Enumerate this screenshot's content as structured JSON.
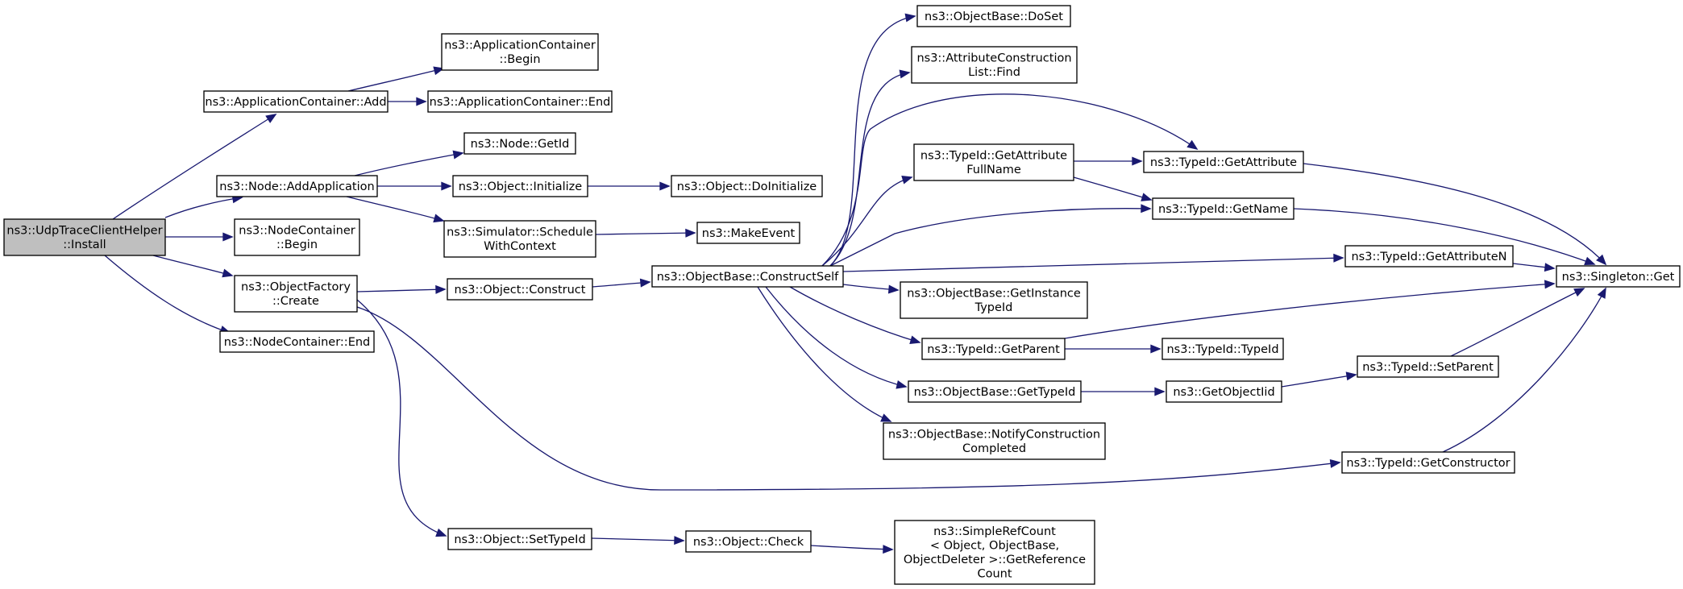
{
  "diagram": {
    "type": "call-graph",
    "colors": {
      "edge": "#191970",
      "node_border": "#000000",
      "root_fill": "#bfbfbf",
      "node_fill": "#ffffff",
      "text": "#000000"
    },
    "nodes": [
      {
        "id": "install",
        "lines": [
          "ns3::UdpTraceClientHelper",
          "::Install"
        ],
        "root": true
      },
      {
        "id": "appAdd",
        "lines": [
          "ns3::ApplicationContainer::Add"
        ]
      },
      {
        "id": "appBegin",
        "lines": [
          "ns3::ApplicationContainer",
          "::Begin"
        ]
      },
      {
        "id": "appEnd",
        "lines": [
          "ns3::ApplicationContainer::End"
        ]
      },
      {
        "id": "addApp",
        "lines": [
          "ns3::Node::AddApplication"
        ]
      },
      {
        "id": "getId",
        "lines": [
          "ns3::Node::GetId"
        ]
      },
      {
        "id": "objInit",
        "lines": [
          "ns3::Object::Initialize"
        ]
      },
      {
        "id": "doInit",
        "lines": [
          "ns3::Object::DoInitialize"
        ]
      },
      {
        "id": "schedCtx",
        "lines": [
          "ns3::Simulator::Schedule",
          "WithContext"
        ]
      },
      {
        "id": "makeEvent",
        "lines": [
          "ns3::MakeEvent"
        ]
      },
      {
        "id": "ncBegin",
        "lines": [
          "ns3::NodeContainer",
          "::Begin"
        ]
      },
      {
        "id": "factCreate",
        "lines": [
          "ns3::ObjectFactory",
          "::Create"
        ]
      },
      {
        "id": "ncEnd",
        "lines": [
          "ns3::NodeContainer::End"
        ]
      },
      {
        "id": "objConstruct",
        "lines": [
          "ns3::Object::Construct"
        ]
      },
      {
        "id": "constructSelf",
        "lines": [
          "ns3::ObjectBase::ConstructSelf"
        ]
      },
      {
        "id": "doSet",
        "lines": [
          "ns3::ObjectBase::DoSet"
        ]
      },
      {
        "id": "attrFind",
        "lines": [
          "ns3::AttributeConstruction",
          "List::Find"
        ]
      },
      {
        "id": "getAttrFull",
        "lines": [
          "ns3::TypeId::GetAttribute",
          "FullName"
        ]
      },
      {
        "id": "getAttr",
        "lines": [
          "ns3::TypeId::GetAttribute"
        ]
      },
      {
        "id": "getName",
        "lines": [
          "ns3::TypeId::GetName"
        ]
      },
      {
        "id": "getAttrN",
        "lines": [
          "ns3::TypeId::GetAttributeN"
        ]
      },
      {
        "id": "singletonGet",
        "lines": [
          "ns3::Singleton::Get"
        ]
      },
      {
        "id": "getInstTid",
        "lines": [
          "ns3::ObjectBase::GetInstance",
          "TypeId"
        ]
      },
      {
        "id": "getParent",
        "lines": [
          "ns3::TypeId::GetParent"
        ]
      },
      {
        "id": "typeIdCtor",
        "lines": [
          "ns3::TypeId::TypeId"
        ]
      },
      {
        "id": "obGetTid",
        "lines": [
          "ns3::ObjectBase::GetTypeId"
        ]
      },
      {
        "id": "getObjIid",
        "lines": [
          "ns3::GetObjectIid"
        ]
      },
      {
        "id": "setParent",
        "lines": [
          "ns3::TypeId::SetParent"
        ]
      },
      {
        "id": "notifyCC",
        "lines": [
          "ns3::ObjectBase::NotifyConstruction",
          "Completed"
        ]
      },
      {
        "id": "getCtor",
        "lines": [
          "ns3::TypeId::GetConstructor"
        ]
      },
      {
        "id": "setTypeId",
        "lines": [
          "ns3::Object::SetTypeId"
        ]
      },
      {
        "id": "objCheck",
        "lines": [
          "ns3::Object::Check"
        ]
      },
      {
        "id": "getRefCount",
        "lines": [
          "ns3::SimpleRefCount",
          "< Object, ObjectBase,",
          " ObjectDeleter >::GetReference",
          "Count"
        ]
      }
    ],
    "edges": [
      [
        "install",
        "appAdd"
      ],
      [
        "install",
        "addApp"
      ],
      [
        "install",
        "ncBegin"
      ],
      [
        "install",
        "factCreate"
      ],
      [
        "install",
        "ncEnd"
      ],
      [
        "appAdd",
        "appBegin"
      ],
      [
        "appAdd",
        "appEnd"
      ],
      [
        "addApp",
        "getId"
      ],
      [
        "addApp",
        "objInit"
      ],
      [
        "addApp",
        "schedCtx"
      ],
      [
        "objInit",
        "doInit"
      ],
      [
        "schedCtx",
        "makeEvent"
      ],
      [
        "factCreate",
        "objConstruct"
      ],
      [
        "factCreate",
        "setTypeId"
      ],
      [
        "factCreate",
        "getCtor"
      ],
      [
        "objConstruct",
        "constructSelf"
      ],
      [
        "constructSelf",
        "doSet"
      ],
      [
        "constructSelf",
        "attrFind"
      ],
      [
        "constructSelf",
        "getAttrFull"
      ],
      [
        "constructSelf",
        "getAttr"
      ],
      [
        "constructSelf",
        "getName"
      ],
      [
        "constructSelf",
        "getAttrN"
      ],
      [
        "constructSelf",
        "getInstTid"
      ],
      [
        "constructSelf",
        "getParent"
      ],
      [
        "constructSelf",
        "obGetTid"
      ],
      [
        "constructSelf",
        "notifyCC"
      ],
      [
        "getAttrFull",
        "getAttr"
      ],
      [
        "getAttrFull",
        "getName"
      ],
      [
        "getAttr",
        "singletonGet"
      ],
      [
        "getName",
        "singletonGet"
      ],
      [
        "getAttrN",
        "singletonGet"
      ],
      [
        "getParent",
        "singletonGet"
      ],
      [
        "getParent",
        "typeIdCtor"
      ],
      [
        "obGetTid",
        "getObjIid"
      ],
      [
        "getObjIid",
        "setParent"
      ],
      [
        "setParent",
        "singletonGet"
      ],
      [
        "getCtor",
        "singletonGet"
      ],
      [
        "setTypeId",
        "objCheck"
      ],
      [
        "objCheck",
        "getRefCount"
      ]
    ]
  }
}
